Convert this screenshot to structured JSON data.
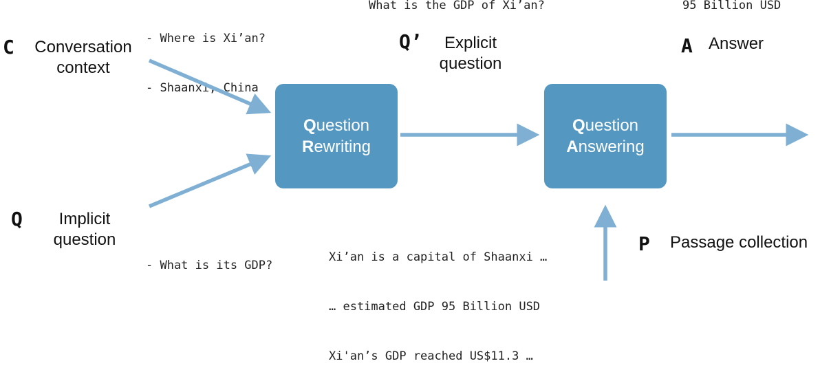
{
  "context": {
    "letter": "C",
    "label": [
      "Conversation",
      "context"
    ],
    "lines": [
      "- Where is Xi’an?",
      "- Shaanxi, China"
    ]
  },
  "implicit": {
    "letter": "Q",
    "label": [
      "Implicit",
      "question"
    ],
    "lines": [
      "- What is its GDP?"
    ]
  },
  "explicit": {
    "letter": "Q’",
    "label": [
      "Explicit",
      "question"
    ],
    "example": "What is the GDP of Xi’an?"
  },
  "answer": {
    "letter": "A",
    "label": "Answer",
    "example": "95 Billion USD"
  },
  "passages": {
    "letter": "P",
    "label": "Passage collection",
    "lines": [
      "Xi’an is a capital of Shaanxi …",
      "… estimated GDP 95 Billion USD",
      "Xi'an’s GDP reached US$11.3 …"
    ]
  },
  "boxes": {
    "rewriting": {
      "w1_first": "Q",
      "w1_rest": "uestion",
      "w2_first": "R",
      "w2_rest": "ewriting"
    },
    "answering": {
      "w1_first": "Q",
      "w1_rest": "uestion",
      "w2_first": "A",
      "w2_rest": "nswering"
    }
  },
  "colors": {
    "box": "#5497c1",
    "arrow": "#7fb0d4"
  }
}
